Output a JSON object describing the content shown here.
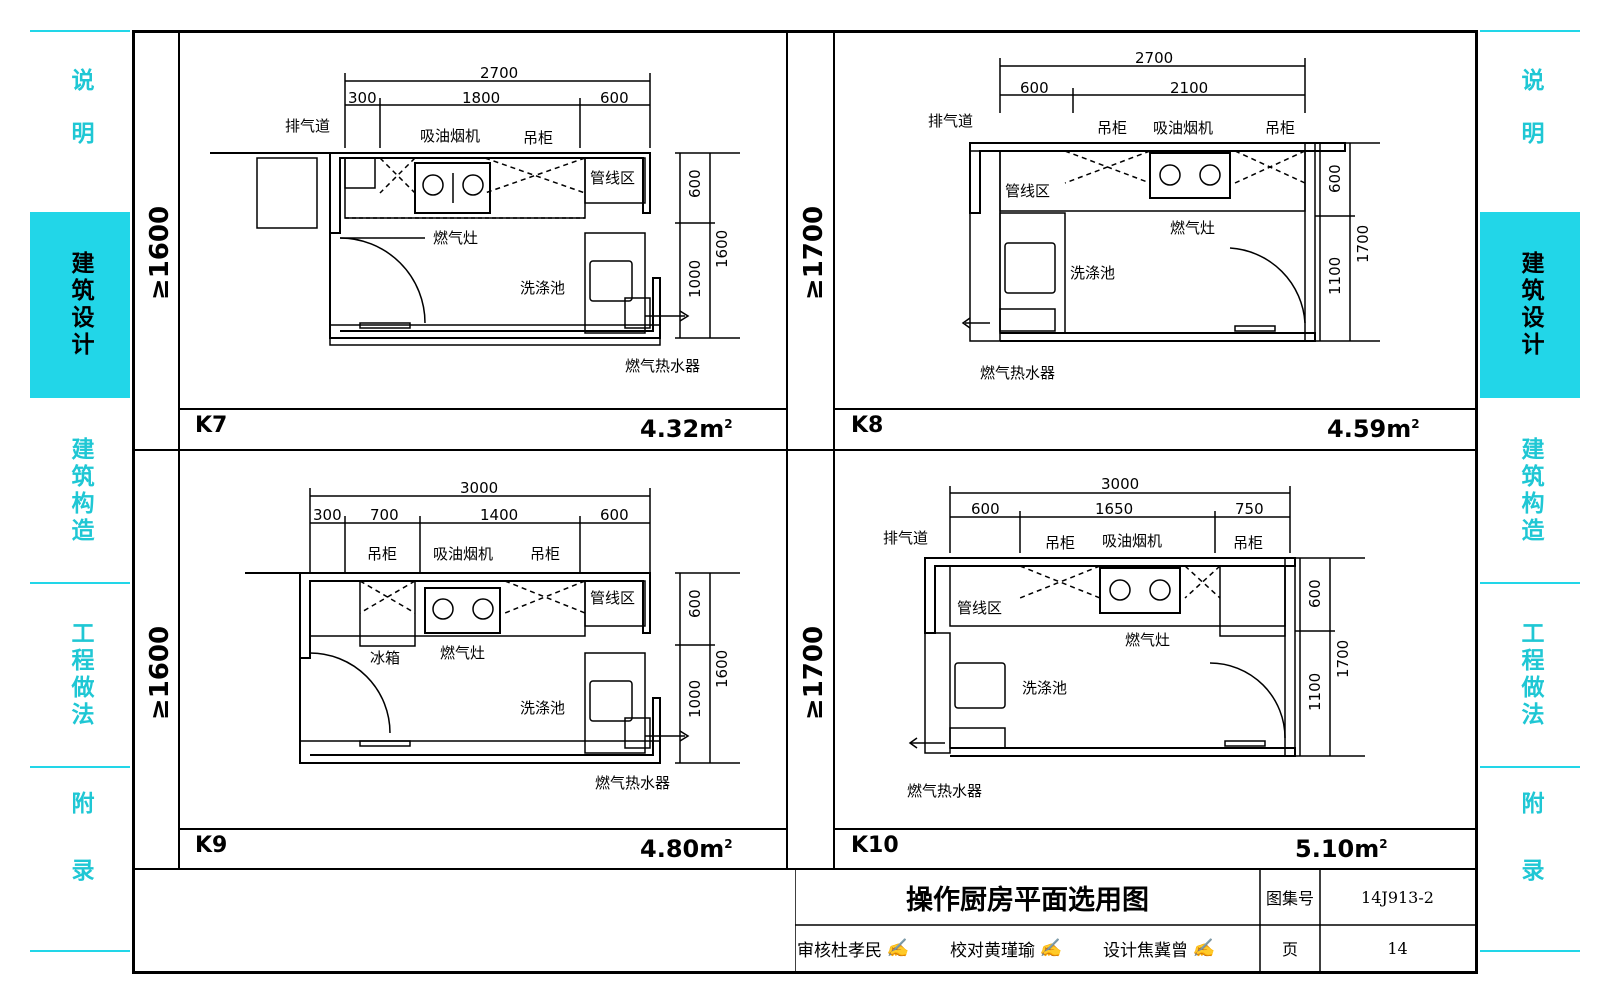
{
  "left_tabs": [
    {
      "label": "说明",
      "active": false
    },
    {
      "label": "建筑设计",
      "active": true
    },
    {
      "label": "建筑构造",
      "active": false
    },
    {
      "label": "工程做法",
      "active": false
    },
    {
      "label": "附录",
      "active": false
    }
  ],
  "right_tabs": [
    {
      "label": "说明",
      "active": false
    },
    {
      "label": "建筑设计",
      "active": true
    },
    {
      "label": "建筑构造",
      "active": false
    },
    {
      "label": "工程做法",
      "active": false
    },
    {
      "label": "附录",
      "active": false
    }
  ],
  "colors": {
    "accent": "#22d6e8",
    "tab_text": "#1fc7d4",
    "line": "#000000"
  },
  "panels": [
    {
      "code": "K7",
      "area": "4.32m",
      "area_sup": "2",
      "width_req": "≥1600",
      "dims_top": [
        "2700",
        "300",
        "1800",
        "600"
      ],
      "dims_right": [
        "600",
        "1000",
        "1600"
      ],
      "labels": {
        "vent": "排气道",
        "hood": "吸油烟机",
        "cabinet": "吊柜",
        "pipe": "管线区",
        "stove": "燃气灶",
        "sink": "洗涤池",
        "heater": "燃气热水器"
      }
    },
    {
      "code": "K8",
      "area": "4.59m",
      "area_sup": "2",
      "width_req": "≥1700",
      "dims_top": [
        "2700",
        "600",
        "2100"
      ],
      "dims_right": [
        "600",
        "1100",
        "1700"
      ],
      "labels": {
        "vent": "排气道",
        "hood": "吸油烟机",
        "cabinet": "吊柜",
        "cabinet2": "吊柜",
        "pipe": "管线区",
        "stove": "燃气灶",
        "sink": "洗涤池",
        "heater": "燃气热水器"
      }
    },
    {
      "code": "K9",
      "area": "4.80m",
      "area_sup": "2",
      "width_req": "≥1600",
      "dims_top": [
        "3000",
        "300",
        "700",
        "1400",
        "600"
      ],
      "dims_right": [
        "600",
        "1000",
        "1600"
      ],
      "labels": {
        "cabinet": "吊柜",
        "hood": "吸油烟机",
        "cabinet2": "吊柜",
        "pipe": "管线区",
        "fridge": "冰箱",
        "stove": "燃气灶",
        "sink": "洗涤池",
        "heater": "燃气热水器"
      }
    },
    {
      "code": "K10",
      "area": "5.10m",
      "area_sup": "2",
      "width_req": "≥1700",
      "dims_top": [
        "3000",
        "600",
        "1650",
        "750"
      ],
      "dims_right": [
        "600",
        "1100",
        "1700"
      ],
      "labels": {
        "vent": "排气道",
        "cabinet": "吊柜",
        "hood": "吸油烟机",
        "cabinet2": "吊柜",
        "pipe": "管线区",
        "stove": "燃气灶",
        "sink": "洗涤池",
        "heater": "燃气热水器"
      }
    }
  ],
  "title_block": {
    "title": "操作厨房平面选用图",
    "atlas_label": "图集号",
    "atlas_no": "14J913-2",
    "review_label": "审核",
    "review_name": "杜孝民",
    "check_label": "校对",
    "check_name": "黄瑾瑜",
    "design_label": "设计",
    "design_name": "焦冀曾",
    "page_label": "页",
    "page_no": "14"
  }
}
